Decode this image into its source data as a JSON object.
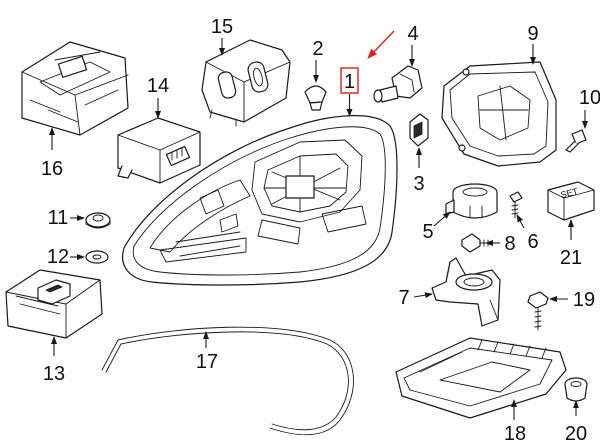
{
  "callouts": {
    "c1": "1",
    "c2": "2",
    "c3": "3",
    "c4": "4",
    "c5": "5",
    "c6": "6",
    "c7": "7",
    "c8": "8",
    "c9": "9",
    "c10": "10",
    "c11": "11",
    "c12": "12",
    "c13": "13",
    "c14": "14",
    "c15": "15",
    "c16": "16",
    "c17": "17",
    "c18": "18",
    "c19": "19",
    "c20": "20",
    "c21": "21"
  },
  "set_label": "SET",
  "colors": {
    "highlight": "#e0201b",
    "lines": "#1a1a1a",
    "background": "#ffffff"
  },
  "highlighted_part": "1"
}
